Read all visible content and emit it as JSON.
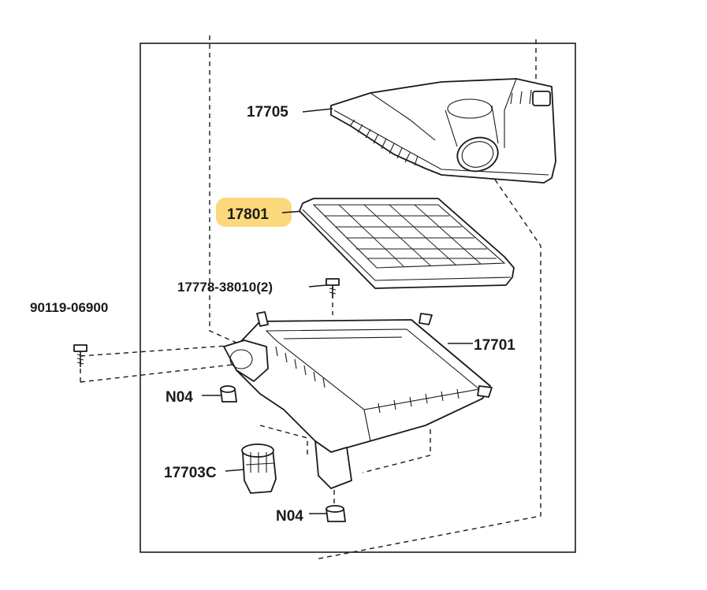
{
  "highlight_color": "#fbd87c",
  "parts": {
    "upper_case": "17705",
    "filter_element": "17801",
    "clamp_bolt": "17778-38010(2)",
    "bolt": "90119-06900",
    "lower_case": "17701",
    "grommet_left": "N04",
    "grommet_bottom": "N04",
    "inlet_cap": "17703C"
  },
  "highlighted_part": "17801"
}
